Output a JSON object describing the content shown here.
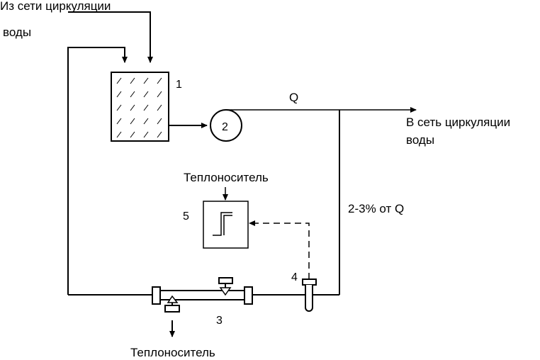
{
  "labels": {
    "inlet_line1": "Из сети циркуляции",
    "inlet_line2": "воды",
    "outlet_line1": "В сеть циркуляции",
    "outlet_line2": "воды",
    "flow": "Q",
    "bypass_share": "2-3% от Q",
    "heat_carrier_top": "Теплоноситель",
    "heat_carrier_bottom": "Теплоноситель"
  },
  "components": {
    "filter": "1",
    "pump": "2",
    "heat_exchanger": "3",
    "sensor": "4",
    "controller": "5"
  }
}
